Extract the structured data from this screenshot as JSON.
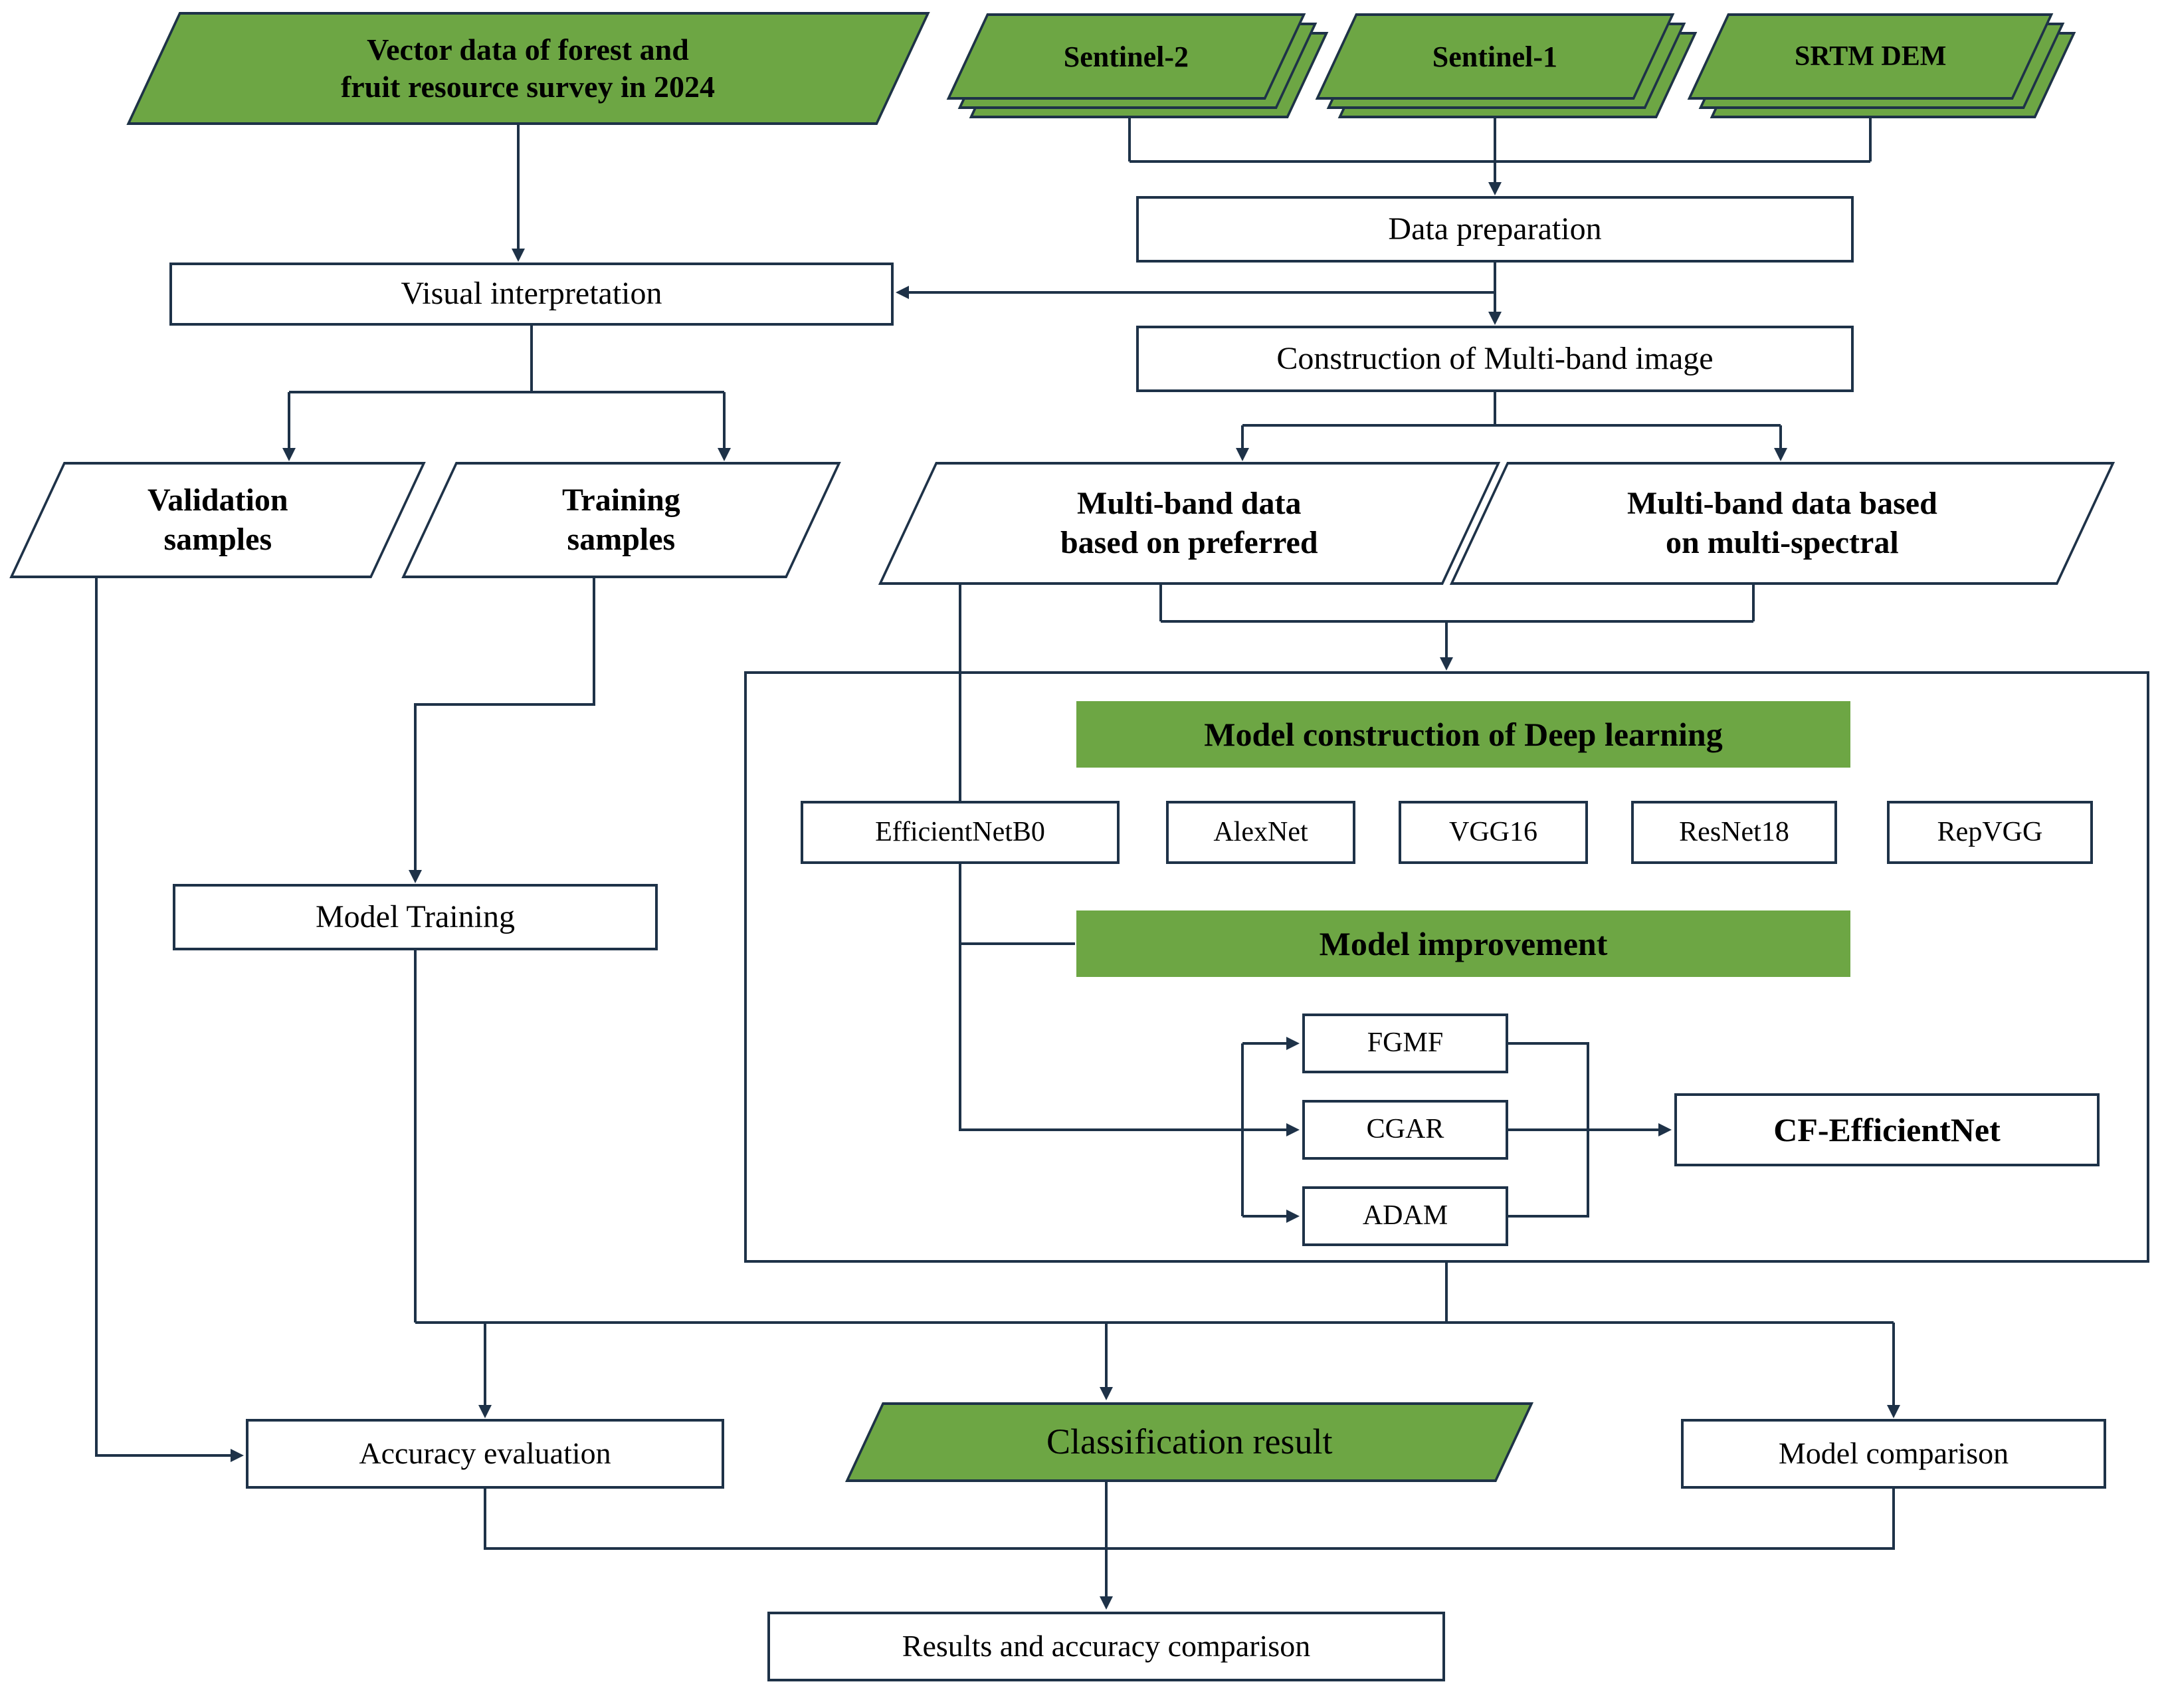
{
  "colors": {
    "green": "#6DA644",
    "outline": "#1E3248",
    "background": "#FFFFFF",
    "text": "#000000"
  },
  "diagram": {
    "inputs": {
      "vector_data": "Vector data of forest and\nfruit resource survey in 2024",
      "sentinel2": "Sentinel-2",
      "sentinel1": "Sentinel-1",
      "srtm_dem": "SRTM DEM"
    },
    "preprocessing": {
      "data_preparation": "Data preparation",
      "visual_interpretation": "Visual interpretation",
      "construction": "Construction of  Multi-band image"
    },
    "samples": {
      "validation": "Validation\nsamples",
      "training": "Training\nsamples"
    },
    "multiband": {
      "preferred": "Multi-band data\nbased on preferred",
      "multispectral": "Multi-band data based\non multi-spectral"
    },
    "modeling": {
      "construction_header": "Model construction of Deep learning",
      "base_models": [
        "EfficientNetB0",
        "AlexNet",
        "VGG16",
        "ResNet18",
        "RepVGG"
      ],
      "improvement_header": "Model improvement",
      "improvements": [
        "FGMF",
        "CGAR",
        "ADAM"
      ],
      "final_model": "CF-EfficientNet"
    },
    "training_eval": {
      "model_training": "Model Training",
      "accuracy_evaluation": "Accuracy evaluation",
      "classification_result": "Classification result",
      "model_comparison": "Model comparison",
      "results_comparison": "Results and accuracy comparison"
    }
  }
}
